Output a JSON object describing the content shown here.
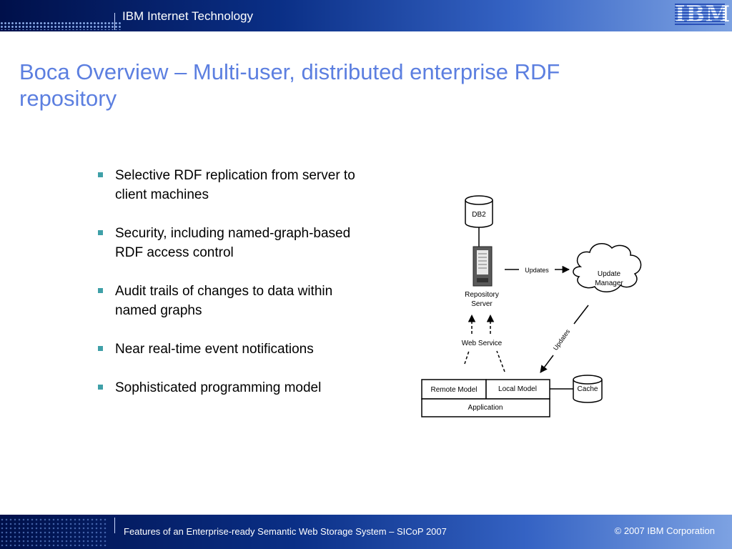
{
  "header": {
    "title": "IBM Internet Technology",
    "logo": "IBM"
  },
  "slide": {
    "title": "Boca Overview – Multi-user, distributed enterprise RDF repository"
  },
  "bullets": [
    "Selective RDF replication from server to client machines",
    "Security, including named-graph-based RDF access control",
    "Audit trails of changes to data within named graphs",
    "Near real-time event notifications",
    "Sophisticated programming model"
  ],
  "diagram": {
    "db2": "DB2",
    "repository_server_line1": "Repository",
    "repository_server_line2": "Server",
    "updates_top": "Updates",
    "update_manager_line1": "Update",
    "update_manager_line2": "Manager",
    "updates_diagonal": "Updates",
    "web_service": "Web Service",
    "remote_model": "Remote Model",
    "local_model": "Local Model",
    "application": "Application",
    "cache": "Cache"
  },
  "footer": {
    "left": "Features of an Enterprise-ready Semantic Web Storage System – SICoP 2007",
    "right": "© 2007 IBM Corporation"
  },
  "colors": {
    "title": "#5c7fe0",
    "bullet": "#3fa0a8",
    "header_dark": "#00104a",
    "header_light": "#7da2e2"
  }
}
